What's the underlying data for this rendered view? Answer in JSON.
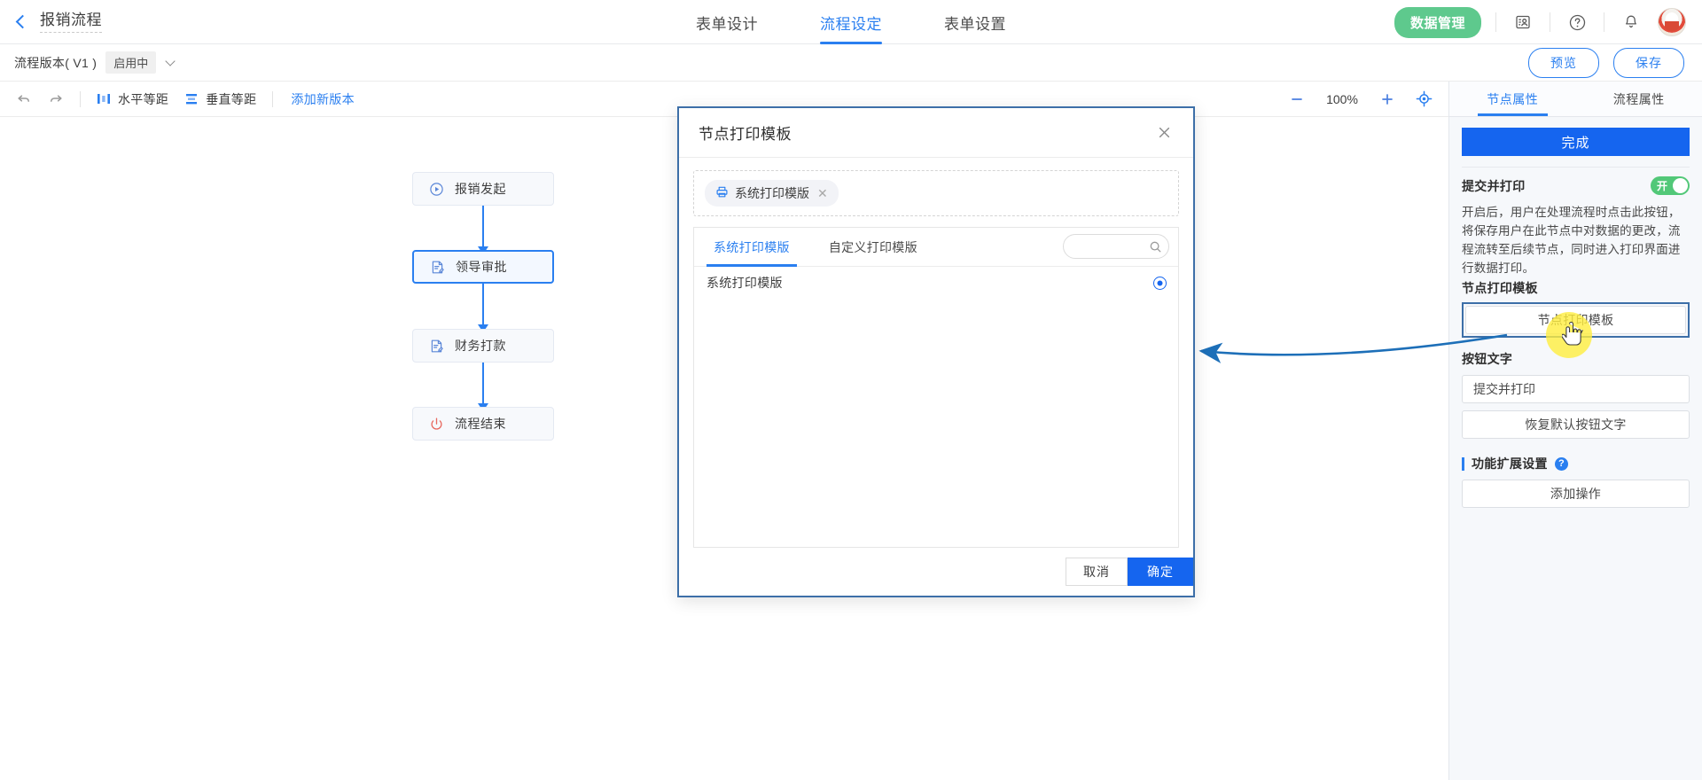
{
  "header": {
    "back_icon": "chevron-left-icon",
    "process_title": "报销流程",
    "tabs": [
      {
        "label": "表单设计",
        "active": false
      },
      {
        "label": "流程设定",
        "active": true
      },
      {
        "label": "表单设置",
        "active": false
      }
    ],
    "data_mgmt_label": "数据管理",
    "icons": [
      "contact-card-icon",
      "help-circle-icon",
      "bell-icon",
      "avatar"
    ],
    "accent_color": "#2a7ff0",
    "data_mgmt_color": "#5ec98d"
  },
  "subbar": {
    "version_label": "流程版本( V1 )",
    "version_status": "启用中",
    "dropdown_icon": "chevron-down-icon",
    "preview_label": "预览",
    "save_label": "保存"
  },
  "canvas_toolbar": {
    "undo_icon": "undo-icon",
    "redo_icon": "redo-icon",
    "align_h_label": "水平等距",
    "align_v_label": "垂直等距",
    "new_version_label": "添加新版本",
    "zoom_out_icon": "minus-icon",
    "zoom_level": "100%",
    "zoom_in_icon": "plus-icon",
    "fit_icon": "target-locate-icon"
  },
  "flow": {
    "nodes": [
      {
        "label": "报销发起",
        "icon": "play-circle-icon",
        "selected": false,
        "type": "start"
      },
      {
        "label": "领导审批",
        "icon": "approval-doc-icon",
        "selected": true,
        "type": "approval"
      },
      {
        "label": "财务打款",
        "icon": "approval-doc-icon",
        "selected": false,
        "type": "approval"
      },
      {
        "label": "流程结束",
        "icon": "power-off-icon",
        "selected": false,
        "type": "end"
      }
    ]
  },
  "modal": {
    "title": "节点打印模板",
    "close_icon": "close-icon",
    "chip": {
      "icon": "printer-icon",
      "label": "系统打印模版",
      "remove_icon": "chip-remove-icon"
    },
    "tabs": [
      {
        "label": "系统打印模版",
        "active": true
      },
      {
        "label": "自定义打印模版",
        "active": false
      }
    ],
    "search": {
      "value": "",
      "placeholder": "",
      "icon": "search-icon"
    },
    "list": [
      {
        "label": "系统打印模版",
        "selected": true
      }
    ],
    "cancel_label": "取消",
    "confirm_label": "确定"
  },
  "right_panel": {
    "tabs": [
      {
        "label": "节点属性",
        "active": true
      },
      {
        "label": "流程属性",
        "active": false
      }
    ],
    "finish_label": "完成",
    "submit_print": {
      "label": "提交并打印",
      "switch_state": "开",
      "switch_on": true,
      "description": "开启后，用户在处理流程时点击此按钮，将保存用户在此节点中对数据的更改，流程流转至后续节点，同时进入打印界面进行数据打印。"
    },
    "node_print_template": {
      "label": "节点打印模板",
      "button_label": "节点打印模板",
      "highlighted": true
    },
    "button_text": {
      "label": "按钮文字",
      "value": "提交并打印",
      "reset_label": "恢复默认按钮文字"
    },
    "extension": {
      "label": "功能扩展设置",
      "help_icon": "help-icon",
      "add_action_label": "添加操作"
    }
  },
  "annotation": {
    "cursor_icon": "mouse-pointer-hand-icon",
    "arrow_color": "#1d6fb8"
  }
}
